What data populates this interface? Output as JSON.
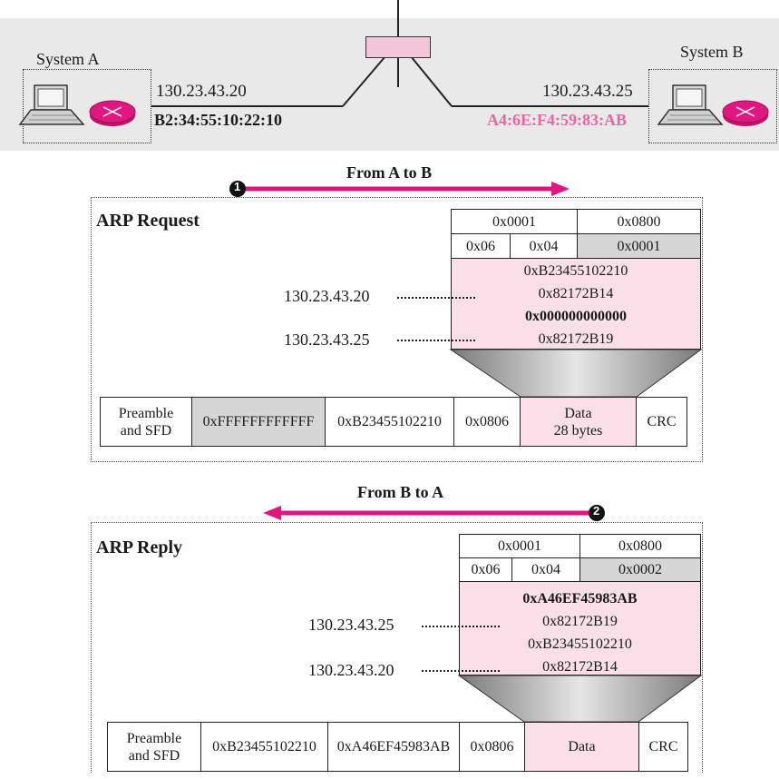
{
  "top": {
    "system_a": {
      "label": "System A",
      "ip": "130.23.43.20",
      "mac": "B2:34:55:10:22:10"
    },
    "system_b": {
      "label": "System B",
      "ip": "130.23.43.25",
      "mac": "A4:6E:F4:59:83:AB"
    }
  },
  "request": {
    "direction_label": "From A to B",
    "step_number": "1",
    "title": "ARP Request",
    "header_row1": [
      "0x0001",
      "0x0800"
    ],
    "header_row2": [
      "0x06",
      "0x04",
      "0x0001"
    ],
    "addresses": [
      "0xB23455102210",
      "0x82172B14",
      "0x000000000000",
      "0x82172B19"
    ],
    "sender_ip_label": "130.23.43.20",
    "target_ip_label": "130.23.43.25",
    "frame": {
      "preamble": [
        "Preamble",
        "and SFD"
      ],
      "dest": "0xFFFFFFFFFFFF",
      "src": "0xB23455102210",
      "type": "0x0806",
      "data": [
        "Data",
        "28 bytes"
      ],
      "crc": "CRC"
    }
  },
  "reply": {
    "direction_label": "From B to A",
    "step_number": "2",
    "title": "ARP Reply",
    "header_row1": [
      "0x0001",
      "0x0800"
    ],
    "header_row2": [
      "0x06",
      "0x04",
      "0x0002"
    ],
    "addresses": [
      "0xA46EF45983AB",
      "0x82172B19",
      "0xB23455102210",
      "0x82172B14"
    ],
    "sender_ip_label": "130.23.43.25",
    "target_ip_label": "130.23.43.20",
    "frame": {
      "preamble": [
        "Preamble",
        "and SFD"
      ],
      "dest": "0xB23455102210",
      "src": "0xA46EF45983AB",
      "type": "0x0806",
      "data": "Data",
      "crc": "CRC"
    }
  },
  "colors": {
    "accent_magenta": "#e0177f",
    "mac_b_pink": "#e9679e",
    "pink_fill": "#f8dfe8",
    "grey_fill": "#d6d6d6",
    "band_grey": "#e9e9e9"
  }
}
